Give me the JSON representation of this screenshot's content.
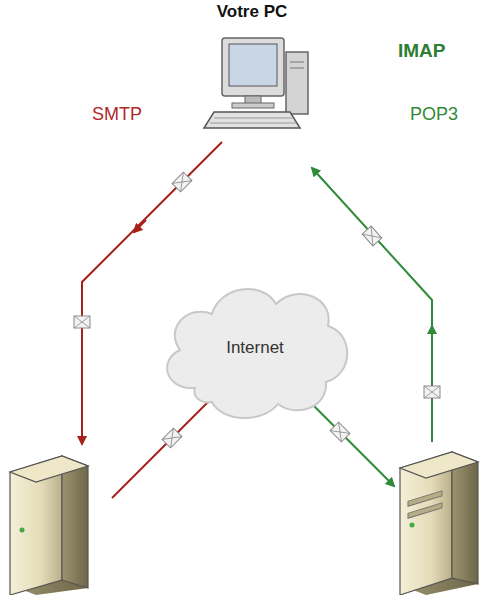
{
  "diagram": {
    "nodes": [
      {
        "text": [
          "Votre PC"
        ]
      },
      {
        "text": [
          "Internet"
        ]
      }
    ],
    "labels": [
      "IMAP",
      "SMTP",
      "POP3"
    ]
  }
}
